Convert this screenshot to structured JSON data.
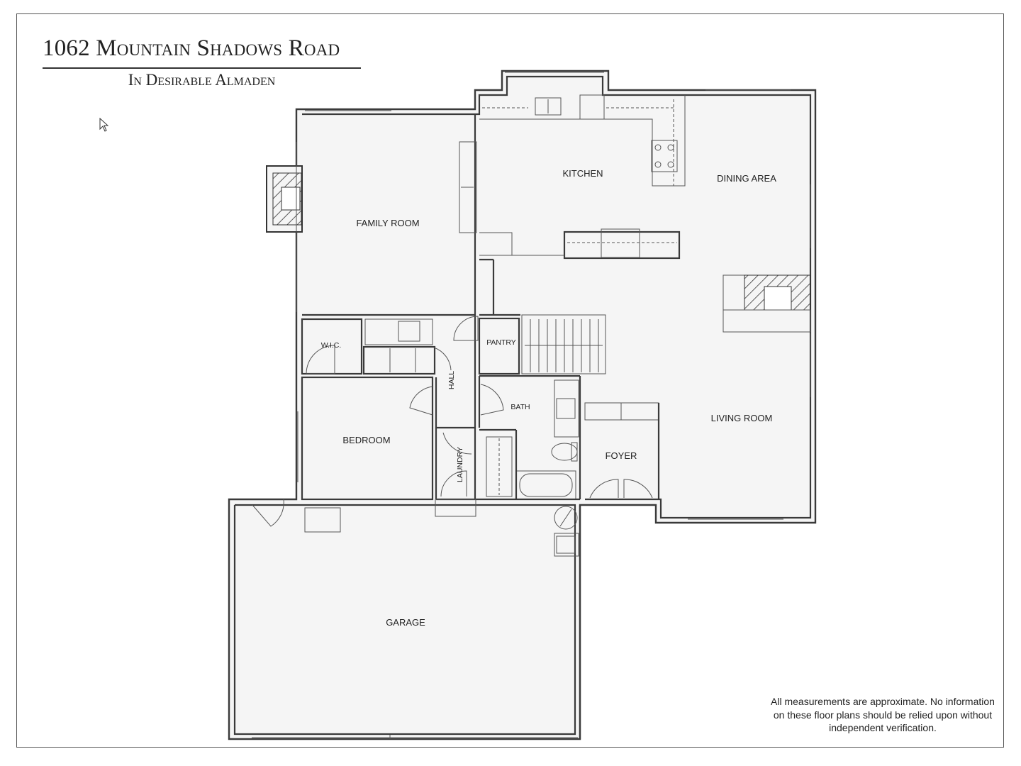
{
  "header": {
    "title": "1062 Mountain Shadows Road",
    "subtitle": "In Desirable Almaden"
  },
  "rooms": {
    "kitchen": "KITCHEN",
    "dining_area": "DINING AREA",
    "family_room": "FAMILY ROOM",
    "wic": "W.I.C.",
    "pantry": "PANTRY",
    "hall": "HALL",
    "bath": "BATH",
    "bedroom": "BEDROOM",
    "laundry": "LAUNDRY",
    "foyer": "FOYER",
    "living_room": "LIVING ROOM",
    "garage": "GARAGE"
  },
  "disclaimer": "All measurements are approximate. No information on these floor plans should be relied upon without independent verification.",
  "icons": {
    "cursor": "mouse-pointer-icon"
  }
}
